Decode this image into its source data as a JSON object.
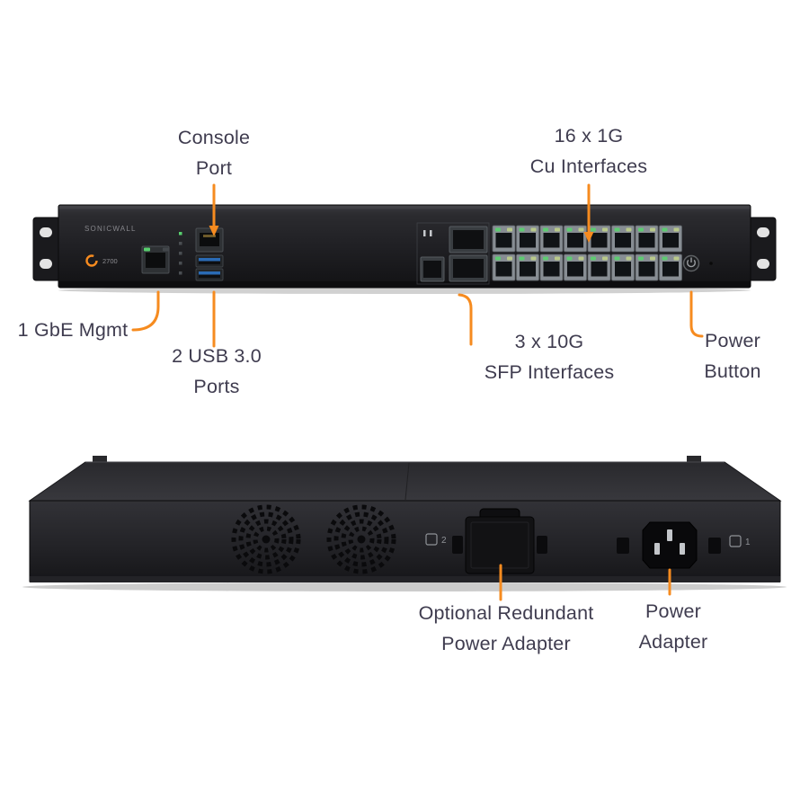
{
  "colors": {
    "accent_orange": "#F68B1F",
    "label_text": "#3F3C4F",
    "background": "#FFFFFF",
    "chassis_black": "#1B1B1E",
    "led_green": "#5ECB72",
    "usb_blue": "#2A6BB5"
  },
  "front_view": {
    "brand": "SONICWALL",
    "model": "2700",
    "ports": {
      "cu_rows": 2,
      "cu_cols": 8,
      "usb_count": 2,
      "sfp_count": 3
    },
    "callouts": {
      "console": {
        "line1": "Console",
        "line2": "Port"
      },
      "cu": {
        "line1": "16 x 1G",
        "line2": "Cu Interfaces"
      },
      "mgmt": {
        "line1": "1 GbE Mgmt"
      },
      "usb": {
        "line1": "2 USB 3.0",
        "line2": "Ports"
      },
      "sfp": {
        "line1": "3 x 10G",
        "line2": "SFP Interfaces"
      },
      "power_button": {
        "line1": "Power",
        "line2": "Button"
      }
    }
  },
  "rear_view": {
    "markings": {
      "slot2": "2",
      "slot1": "1"
    },
    "callouts": {
      "redundant_psu": {
        "line1": "Optional Redundant",
        "line2": "Power Adapter"
      },
      "power_adapter": {
        "line1": "Power",
        "line2": "Adapter"
      }
    }
  }
}
